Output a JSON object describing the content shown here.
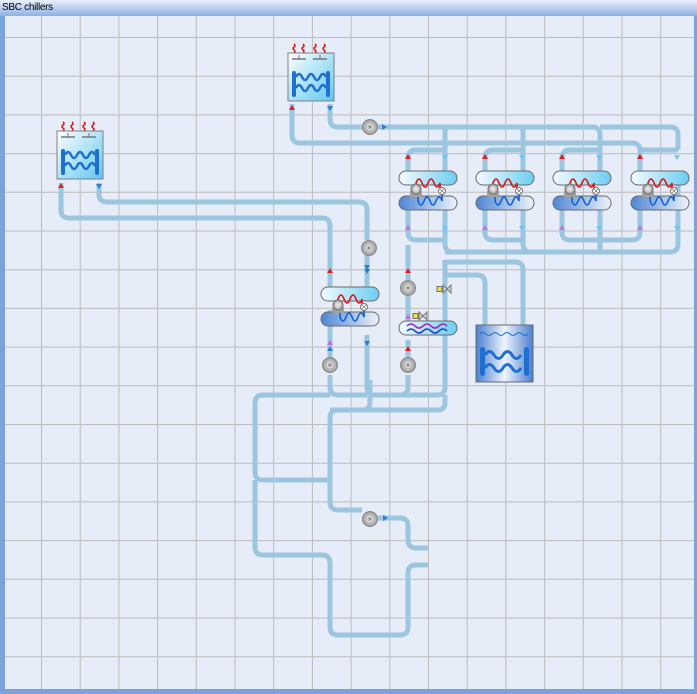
{
  "window": {
    "title": "SBC chillers"
  },
  "colors": {
    "canvas_bg": "#e6ecf8",
    "grid": "#bdbdbd",
    "pipe": "#9cc6e0",
    "frame": "#7aa3dc",
    "hot": "#e01010",
    "cold": "#1060d0",
    "inlet_marker": "#e02020",
    "outlet_marker": "#2a7fd0",
    "chilled_marker": "#c070e0"
  },
  "components": {
    "cooling_towers": [
      {
        "id": "cooling-tower-1",
        "label": ""
      },
      {
        "id": "cooling-tower-2",
        "label": ""
      }
    ],
    "chillers": [
      {
        "id": "chiller-1"
      },
      {
        "id": "chiller-2"
      },
      {
        "id": "chiller-3"
      },
      {
        "id": "chiller-4"
      },
      {
        "id": "chiller-5"
      }
    ],
    "pumps": [
      {
        "id": "pump-tower-2"
      },
      {
        "id": "pump-tower-1"
      },
      {
        "id": "pump-chw-left"
      },
      {
        "id": "pump-cond"
      },
      {
        "id": "pump-evap"
      },
      {
        "id": "pump-secondary"
      },
      {
        "id": "pump-bottom"
      }
    ],
    "valves": [
      {
        "id": "valve-1"
      },
      {
        "id": "valve-2"
      }
    ],
    "heat_exchangers": [
      {
        "id": "plate-heat-exchanger"
      }
    ],
    "tanks": [
      {
        "id": "storage-tank"
      }
    ]
  }
}
